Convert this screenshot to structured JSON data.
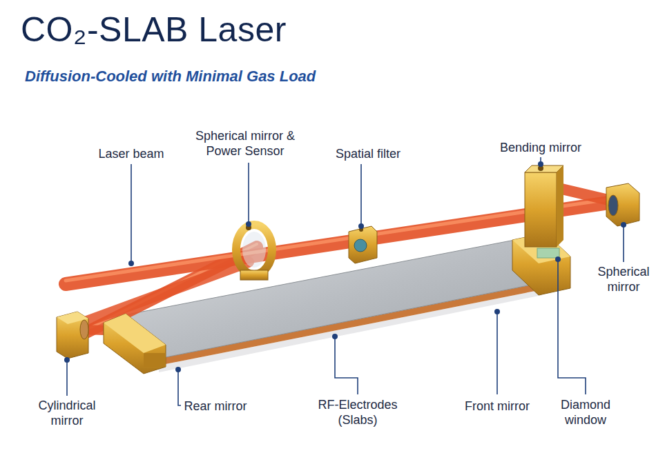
{
  "diagram": {
    "title": "CO₂-SLAB Laser",
    "labels": [
      "Diffusion-Cooled with Minimal Gas Load",
      "Laser beam",
      "Spherical mirror & Power Sensor",
      "Spatial filter",
      "Bending mirror",
      "Spherical mirror",
      "Cylindrical mirror",
      "Rear mirror",
      "RF-Electrodes (Slabs)",
      "Front mirror",
      "Diamond window"
    ]
  }
}
